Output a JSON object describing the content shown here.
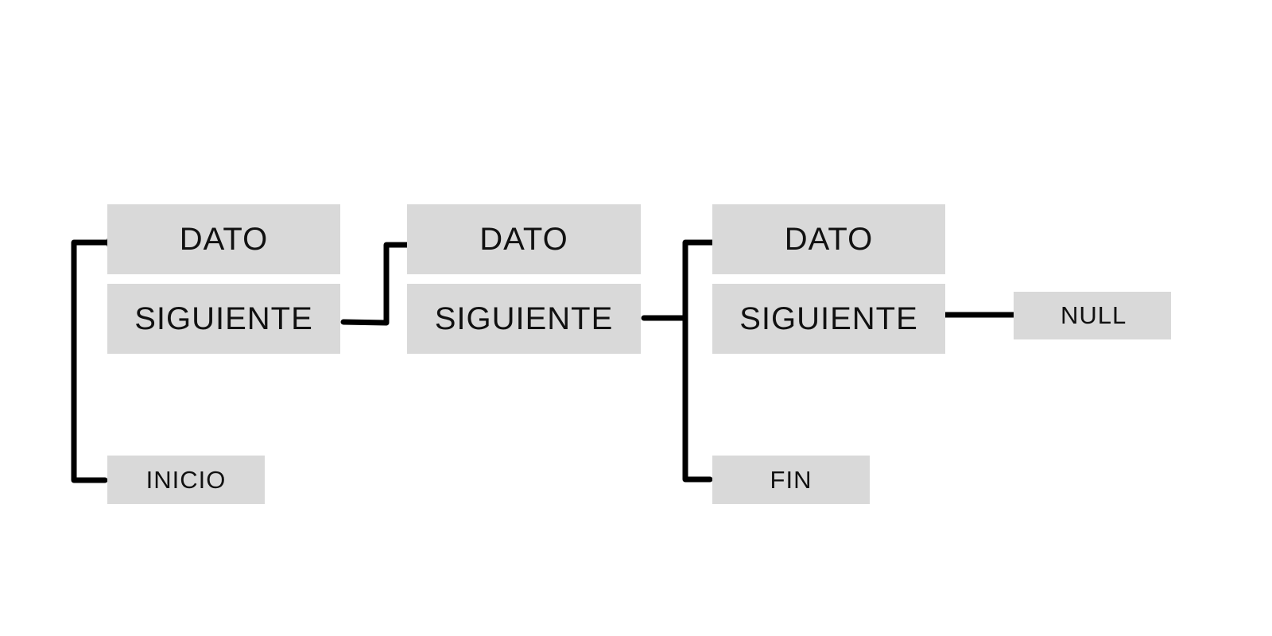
{
  "nodes": [
    {
      "dato": "DATO",
      "siguiente": "SIGUIENTE"
    },
    {
      "dato": "DATO",
      "siguiente": "SIGUIENTE"
    },
    {
      "dato": "DATO",
      "siguiente": "SIGUIENTE"
    }
  ],
  "pointers": {
    "inicio": "INICIO",
    "fin": "FIN",
    "null": "NULL"
  },
  "colors": {
    "box_fill": "#d9d9d9",
    "line": "#000000",
    "background": "#ffffff"
  }
}
